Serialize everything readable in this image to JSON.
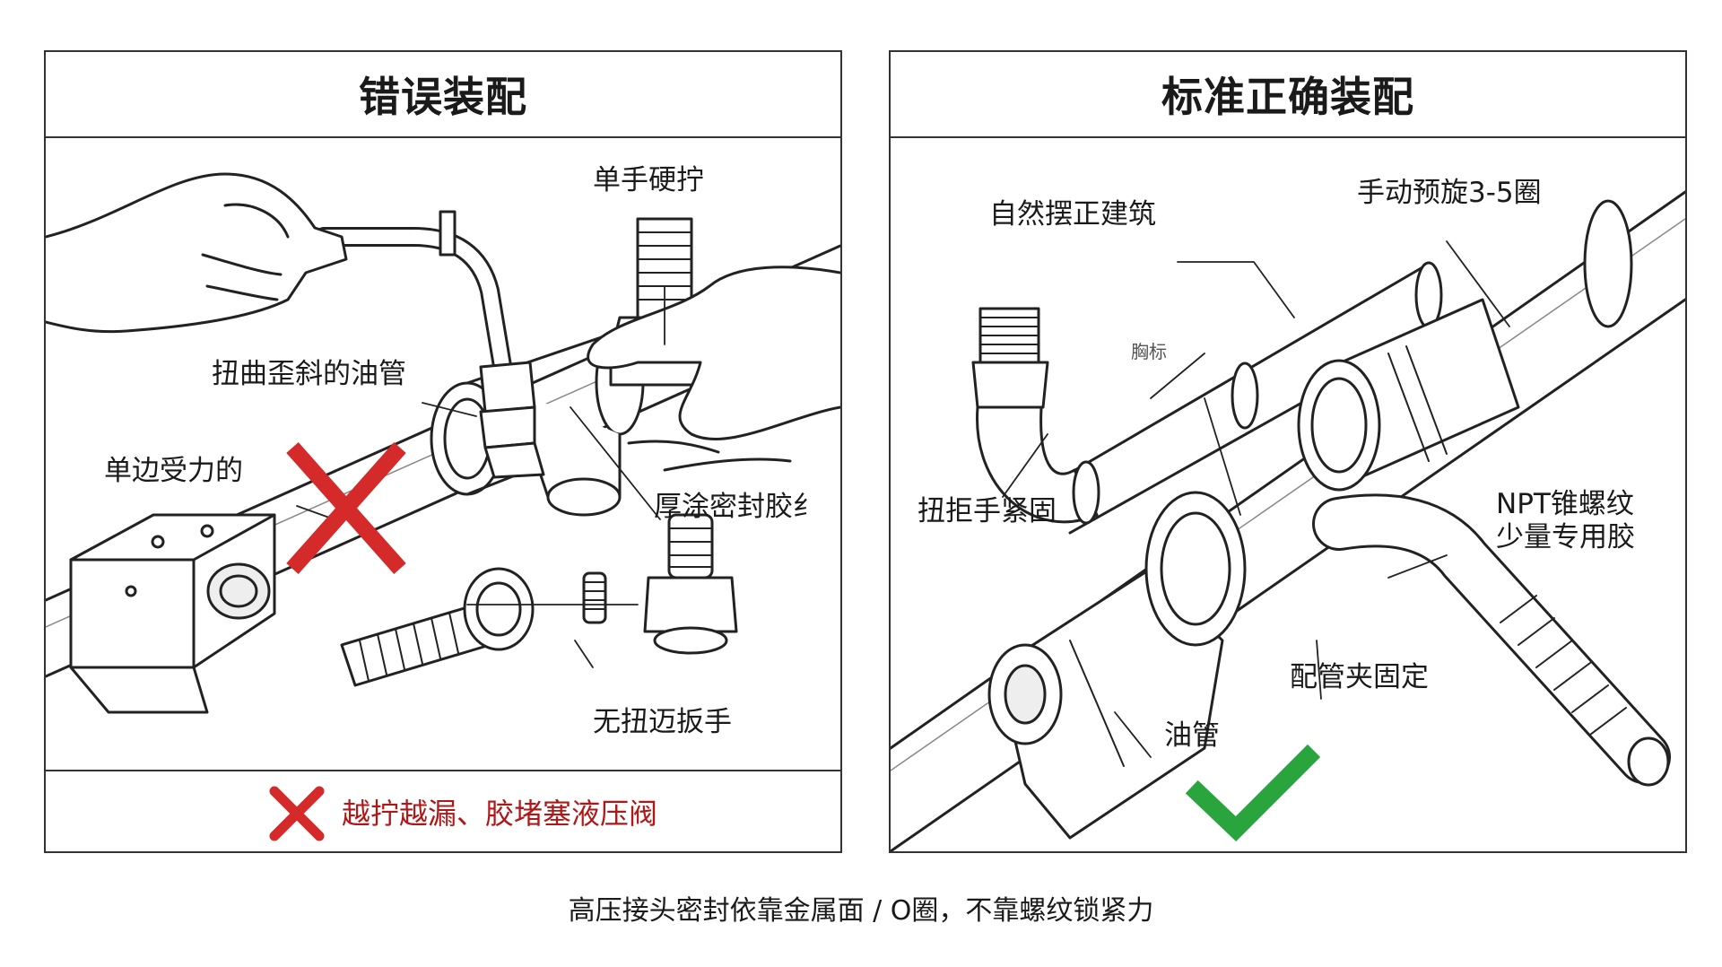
{
  "left_panel": {
    "title": "错误装配",
    "labels": {
      "one_hand_force": "单手硬拧",
      "twisted_hose": "扭曲歪斜的油管",
      "one_side_force": "单边受力的",
      "thick_sealant": "厚涂密封胶纟",
      "no_torque_wrench": "无扭迈扳手"
    },
    "warning": "越拧越漏、胶堵塞液压阀",
    "wrong_color": "#d42a2a"
  },
  "right_panel": {
    "title": "标准正确装配",
    "labels": {
      "natural_align": "自然摆正建筑",
      "pre_rotate": "手动预旋3-5圈",
      "garbled": "胸标",
      "wrench_tighten": "扭拒手紧固",
      "npt_line1": "NPT锥螺纹",
      "npt_line2": "少量专用胶",
      "clamp_fix": "配管夹固定",
      "hose": "油管"
    },
    "correct_color": "#2aa43c"
  },
  "footer": "高压接头密封依靠金属面 / O圈，不靠螺纹锁紧力"
}
